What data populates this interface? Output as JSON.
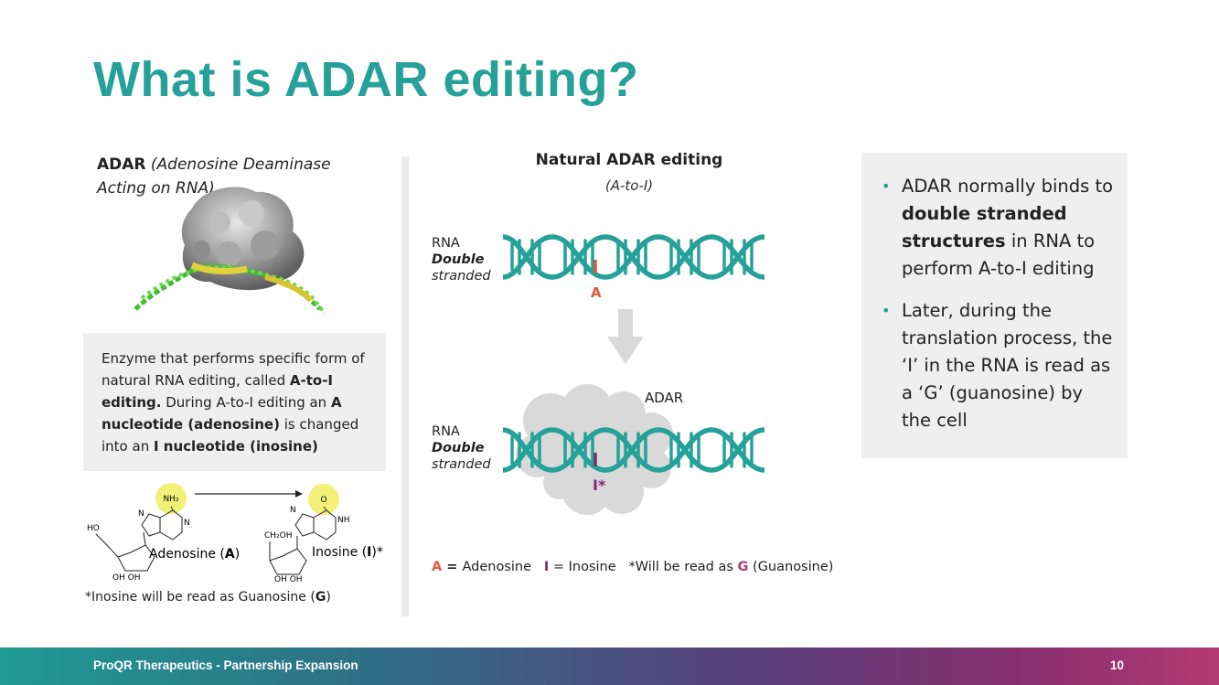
{
  "title": "What is ADAR editing?",
  "left": {
    "adar_bold": "ADAR",
    "adar_full_1": "(Adenosine Deaminase",
    "adar_full_2": "Acting on RNA)",
    "enzyme": {
      "t1": "Enzyme that performs specific form of natural RNA editing, called ",
      "b1": "A-to-I editing.",
      "t2": " During A-to-I editing an ",
      "b2": "A nucleotide (adenosine)",
      "t3": " is changed into an ",
      "b3": "I nucleotide (inosine)"
    },
    "chem": {
      "nh2": "NH₂",
      "o": "O",
      "ho": "HO",
      "ch2oh": "CH₂OH",
      "oh_a": "OH  OH",
      "oh_i": "OH  OH",
      "n": "N",
      "nh": "NH",
      "adenosine_pre": "Adenosine (",
      "adenosine_key": "A",
      "adenosine_post": ")",
      "inosine_pre": "Inosine (",
      "inosine_key": "I",
      "inosine_post": ")*"
    },
    "footnote_pre": "*Inosine will be read as Guanosine (",
    "footnote_key": "G",
    "footnote_post": ")"
  },
  "middle": {
    "title": "Natural ADAR editing",
    "subtitle": "(A-to-I)",
    "rna": "RNA",
    "double": "Double",
    "stranded": "stranded",
    "letter_a": "A",
    "adar": "ADAR",
    "letter_i": "I*",
    "legend": {
      "a": "A",
      "a_eq": " = ",
      "a_txt": "Adenosine",
      "i": "I",
      "i_txt": " = Inosine",
      "note": "*Will be read as ",
      "g": "G",
      "g_txt": " (Guanosine)"
    }
  },
  "right": {
    "b1_pre": "ADAR normally binds to ",
    "b1_bold": "double stranded structures",
    "b1_post": " in RNA to perform A-to-I editing",
    "b2": "Later, during the translation process, the ‘I’ in the RNA is read as a ‘G’ (guanosine) by the cell",
    "bullet": "•"
  },
  "footer": {
    "text": "ProQR Therapeutics - Partnership Expansion",
    "page": "10"
  },
  "colors": {
    "teal": "#25a199",
    "adenosine": "#e2573b",
    "inosine": "#7b2d6e"
  }
}
